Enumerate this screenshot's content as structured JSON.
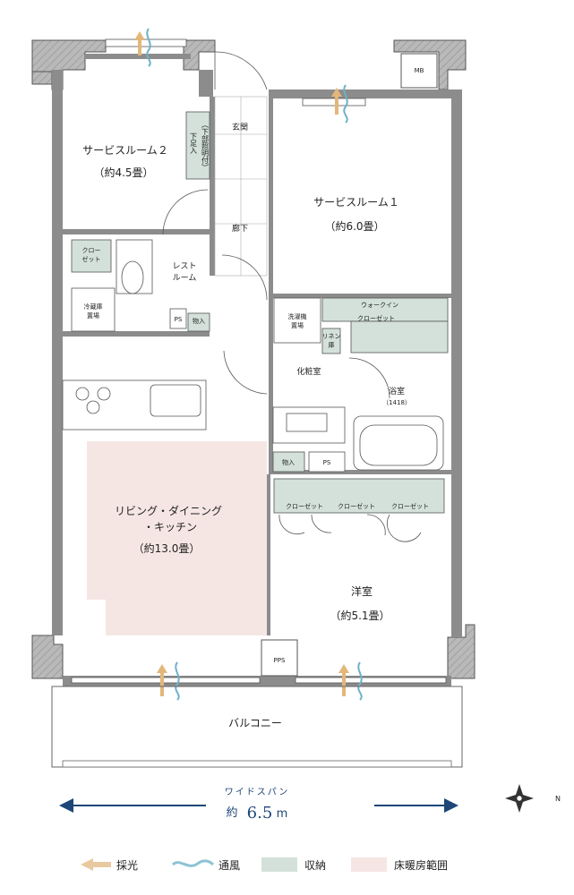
{
  "rooms": {
    "service_room_2": {
      "name": "サービスルーム２",
      "size": "（約4.5畳）"
    },
    "service_room_1": {
      "name": "サービスルーム１",
      "size": "（約6.0畳）"
    },
    "living": {
      "name_line1": "リビング・ダイニング",
      "name_line2": "・キッチン",
      "size": "（約13.0畳）"
    },
    "western": {
      "name": "洋室",
      "size": "（約5.1畳）"
    },
    "balcony": "バルコニー",
    "entrance": "玄関",
    "hallway": "廊下",
    "restroom_line1": "レスト",
    "restroom_line2": "ルーム",
    "powder_room": "化粧室",
    "bathroom": "浴室",
    "bathroom_size": "（1418）"
  },
  "fixtures": {
    "mb": "MB",
    "ps": "PS",
    "pps": "PPS",
    "storage_in": "物入",
    "closet_line1": "クロー",
    "closet_line2": "ゼット",
    "closet": "クローゼット",
    "walkin_line1": "ウォークイン",
    "walkin_line2": "クローゼット",
    "fridge_line1": "冷蔵庫",
    "fridge_line2": "置場",
    "washer_line1": "洗濯機",
    "washer_line2": "置場",
    "linen_line1": "リネン",
    "linen_line2": "庫",
    "shoe_box": "下足入",
    "foot_light": "（下部照明付）"
  },
  "span": {
    "label": "ワイドスパン",
    "prefix": "約",
    "value": "6.5",
    "unit": "m"
  },
  "compass": {
    "north": "N"
  },
  "legend": [
    {
      "label": "採光",
      "color": "#e8c9a0"
    },
    {
      "label": "通風",
      "color": "#8ec3d4"
    },
    {
      "label": "収納",
      "color": "#d3e1da"
    },
    {
      "label": "床暖房範囲",
      "color": "#f5e6e4"
    }
  ],
  "colors": {
    "wall": "#8c8c8c",
    "storage": "#d3e1da",
    "heating": "#f5e6e4",
    "arrow": "#1e4678",
    "light": "#e3b77a",
    "wind": "#6fb2c8"
  }
}
